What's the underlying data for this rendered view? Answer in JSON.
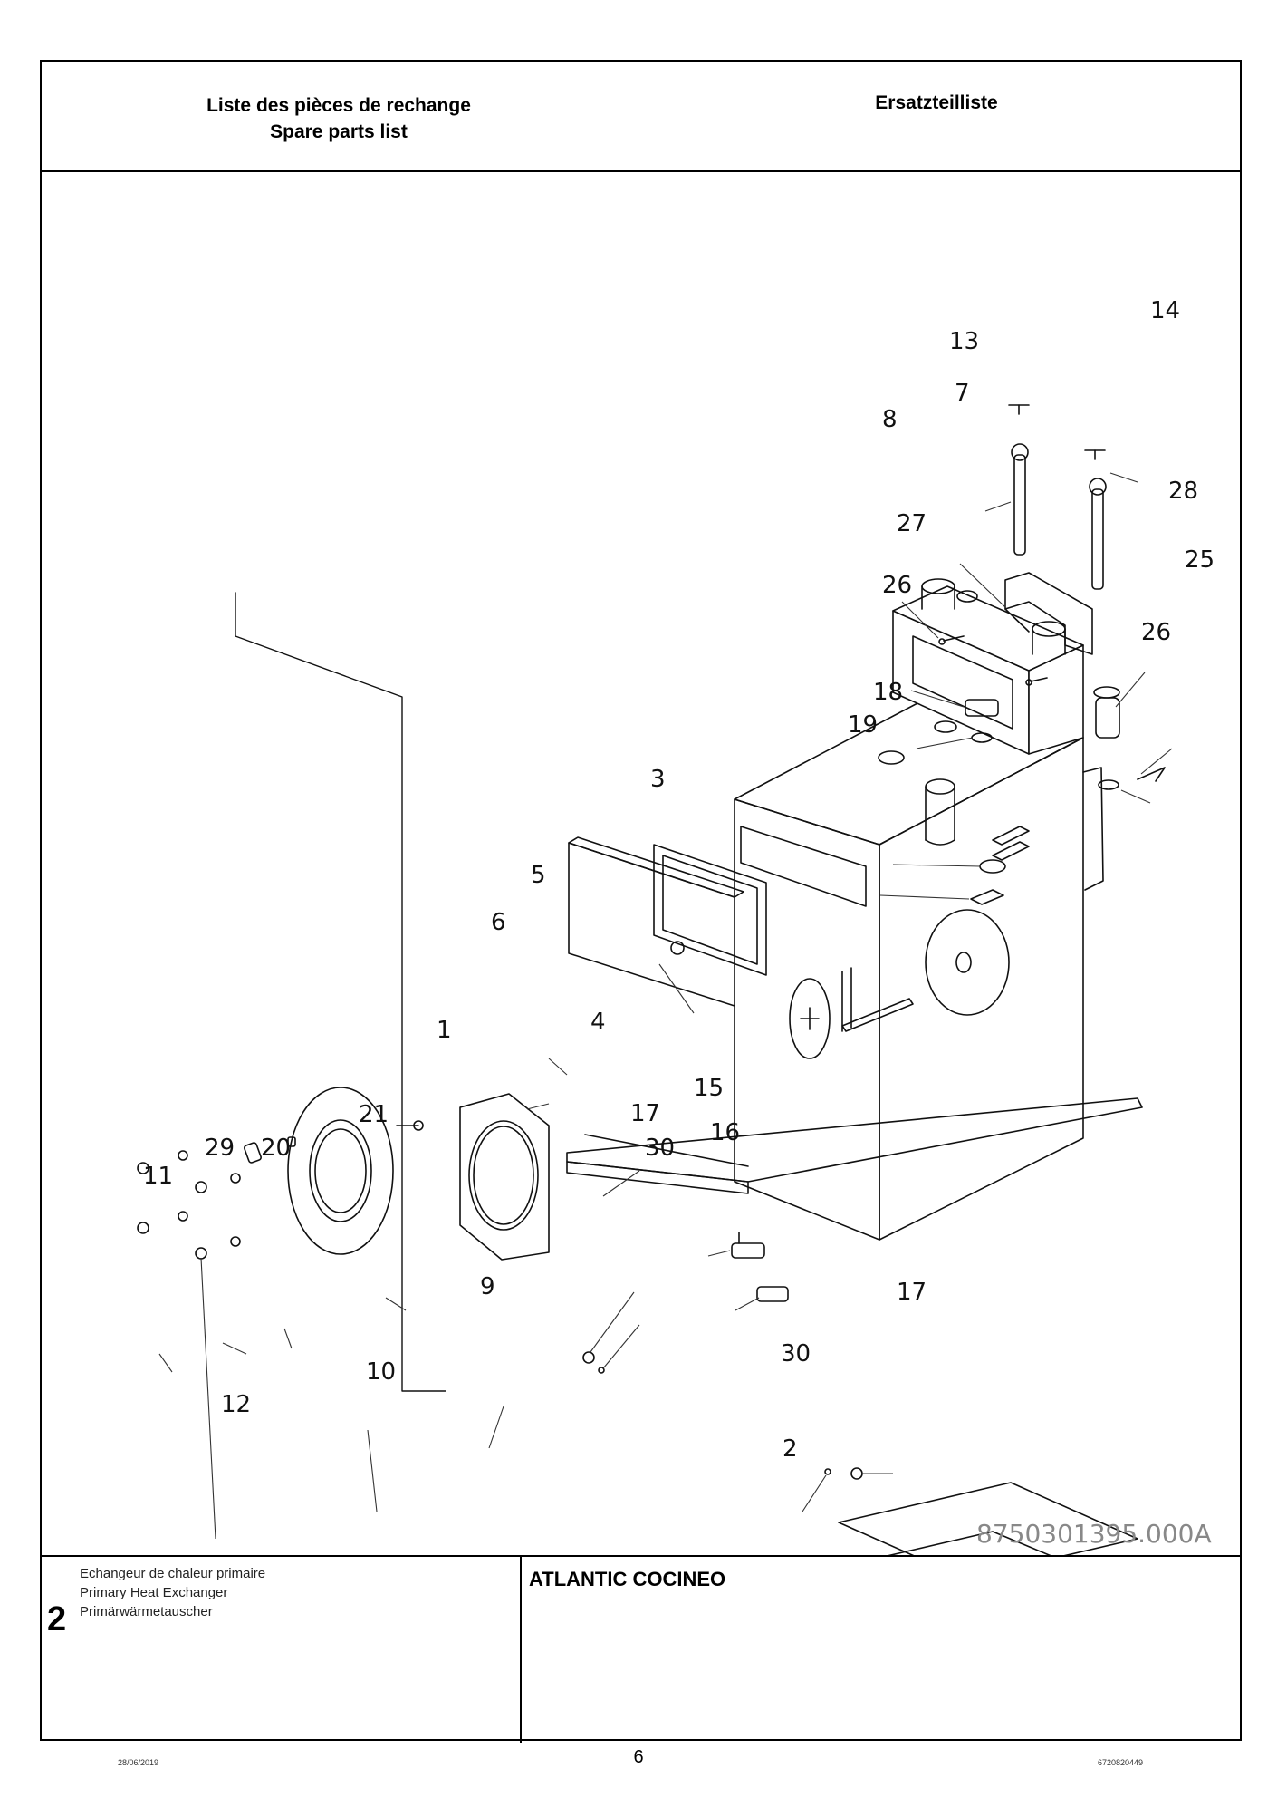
{
  "header": {
    "title_fr": "Liste des pièces de rechange",
    "title_en": "Spare parts list",
    "title_de": "Ersatzteilliste"
  },
  "diagram": {
    "drawing_number": "8750301395.000A",
    "callouts": [
      "1",
      "2",
      "3",
      "4",
      "5",
      "6",
      "7",
      "8",
      "9",
      "10",
      "11",
      "12",
      "13",
      "14",
      "15",
      "16",
      "17",
      "17",
      "18",
      "19",
      "20",
      "21",
      "25",
      "26",
      "26",
      "27",
      "28",
      "29",
      "30",
      "30"
    ]
  },
  "footer": {
    "section_number": "2",
    "description_fr": "Echangeur de chaleur primaire",
    "description_en": "Primary Heat Exchanger",
    "description_de": "Primärwärmetauscher",
    "product": "ATLANTIC COCINEO"
  },
  "page": {
    "date": "28/06/2019",
    "number": "6",
    "code": "6720820449"
  }
}
